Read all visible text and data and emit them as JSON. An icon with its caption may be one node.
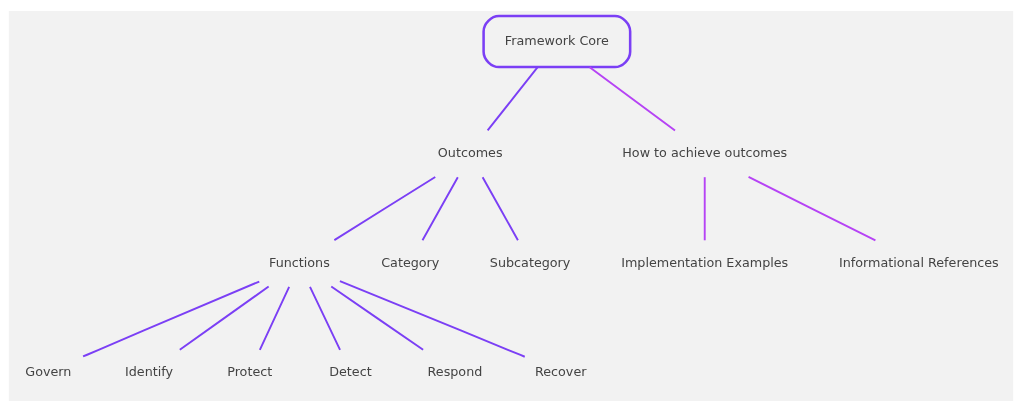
{
  "diagram": {
    "nodes": [
      {
        "text": [
          "Framework Core"
        ]
      },
      {
        "text": [
          "Outcomes"
        ]
      },
      {
        "text": [
          "How to achieve outcomes"
        ]
      },
      {
        "text": [
          "Functions"
        ]
      },
      {
        "text": [
          "Category"
        ]
      },
      {
        "text": [
          "Subcategory"
        ]
      },
      {
        "text": [
          "Implementation Examples"
        ]
      },
      {
        "text": [
          "Informational References"
        ]
      },
      {
        "text": [
          "Govern"
        ]
      },
      {
        "text": [
          "Identify"
        ]
      },
      {
        "text": [
          "Protect"
        ]
      },
      {
        "text": [
          "Detect"
        ]
      },
      {
        "text": [
          "Respond"
        ]
      },
      {
        "text": [
          "Recover"
        ]
      }
    ],
    "edges": [
      {
        "from": 0,
        "to": 1,
        "arrow": "none"
      },
      {
        "from": 0,
        "to": 2,
        "arrow": "none",
        "color": "#b643f5"
      },
      {
        "from": 1,
        "to": 3,
        "arrow": "none"
      },
      {
        "from": 1,
        "to": 4,
        "arrow": "none"
      },
      {
        "from": 1,
        "to": 5,
        "arrow": "none"
      },
      {
        "from": 2,
        "to": 6,
        "arrow": "none",
        "color": "#b643f5"
      },
      {
        "from": 2,
        "to": 7,
        "arrow": "none",
        "color": "#b643f5"
      },
      {
        "from": 3,
        "to": 8,
        "arrow": "none"
      },
      {
        "from": 3,
        "to": 9,
        "arrow": "none"
      },
      {
        "from": 3,
        "to": 10,
        "arrow": "none"
      },
      {
        "from": 3,
        "to": 11,
        "arrow": "none"
      },
      {
        "from": 3,
        "to": 12,
        "arrow": "none"
      },
      {
        "from": 3,
        "to": 13,
        "arrow": "none"
      }
    ]
  }
}
